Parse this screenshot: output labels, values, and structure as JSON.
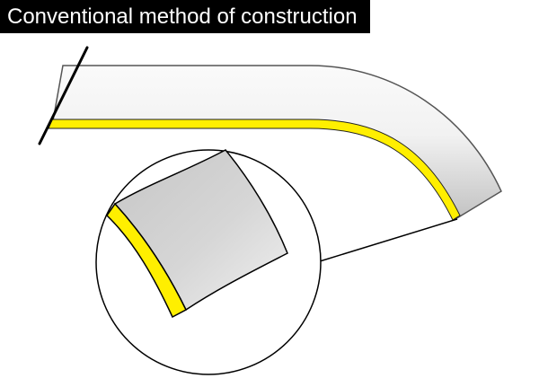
{
  "title": "Conventional method of construction",
  "colors": {
    "title_background": "#000000",
    "title_text": "#ffffff",
    "yellow_layer": "#ffef00",
    "gradient_light": "#fafafa",
    "gradient_dark": "#c4c4c4",
    "outline": "#555555",
    "edge_line": "#000000"
  },
  "parts": [
    "vertical-edge-line",
    "curved-fender-panel",
    "yellow-surface-layer",
    "magnifier-circle",
    "magnified-panel-section",
    "magnified-yellow-layer",
    "callout-leader-line"
  ]
}
